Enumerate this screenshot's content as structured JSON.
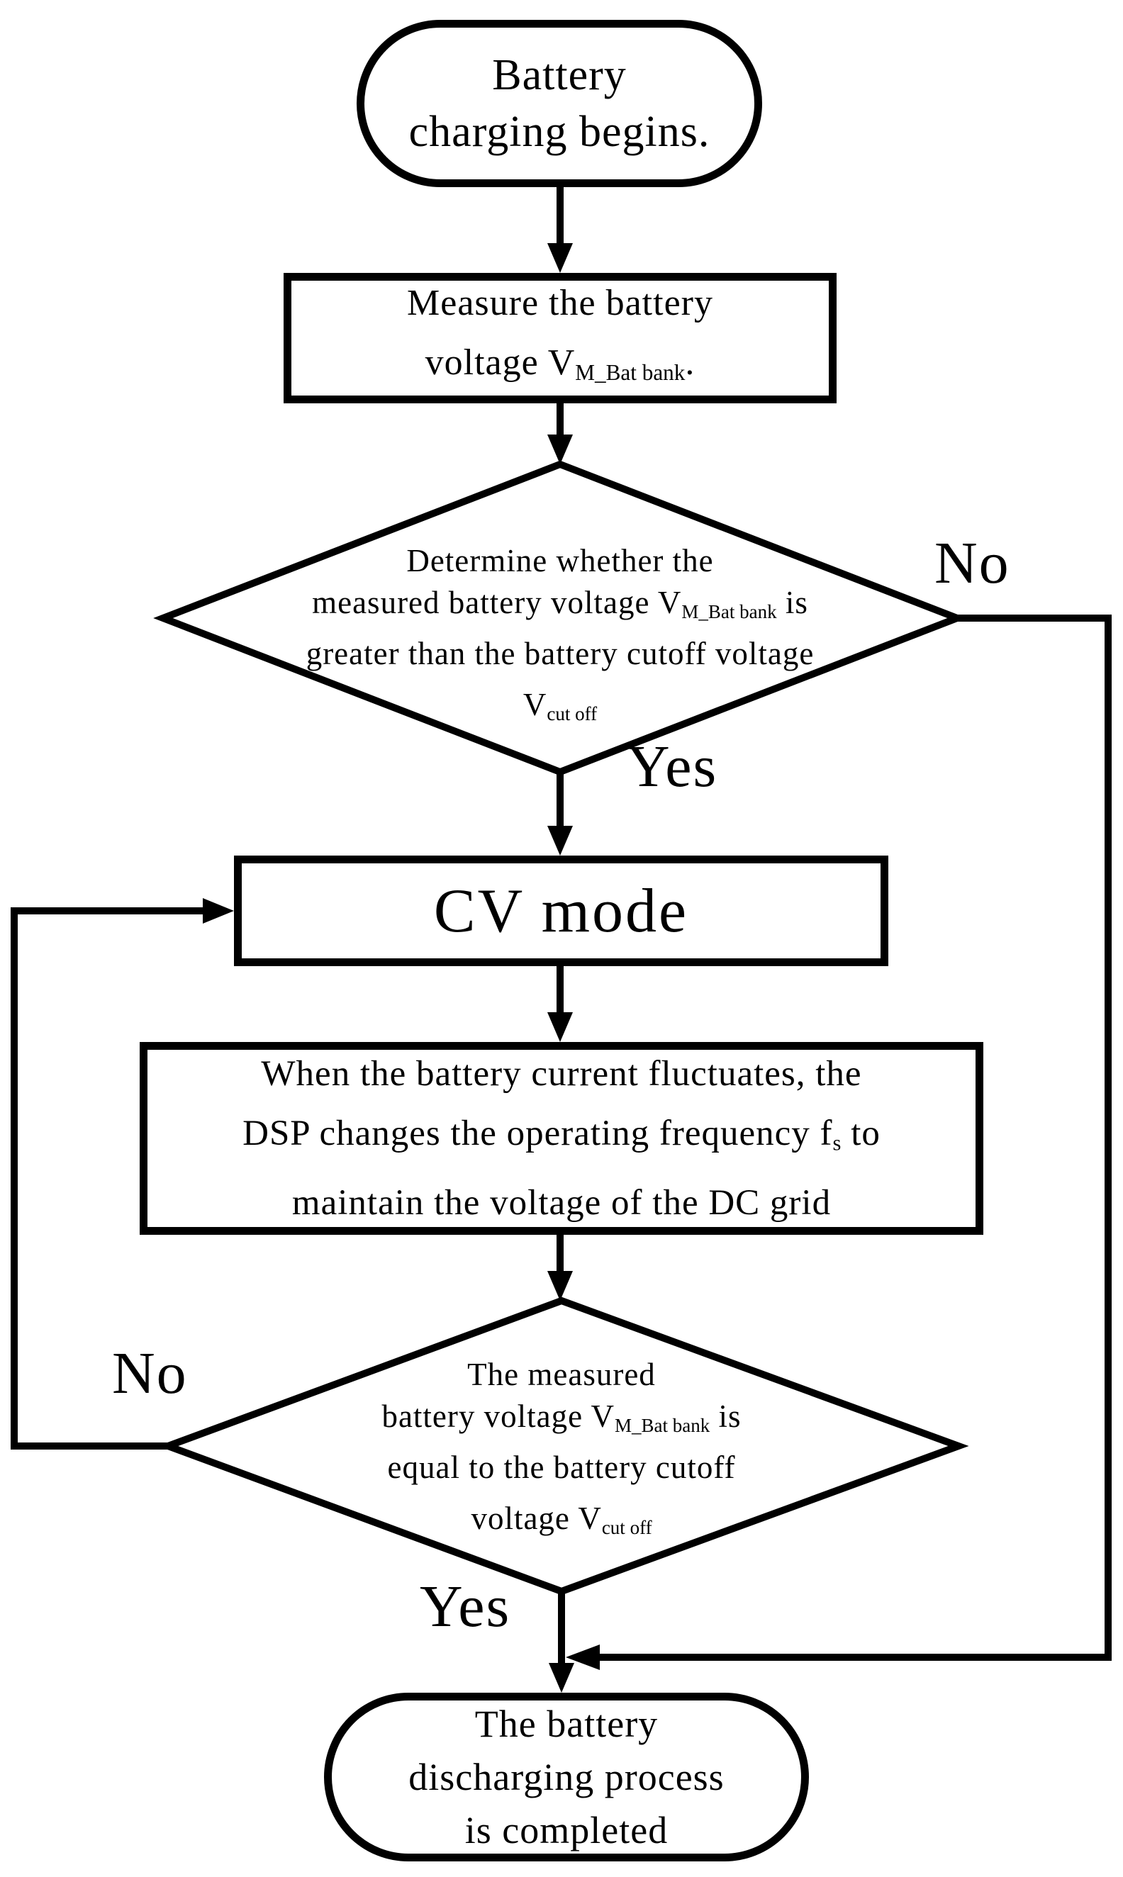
{
  "figure": {
    "colors": {
      "line": "#000000",
      "background": "#ffffff"
    },
    "start": {
      "line1": "Battery",
      "line2": "charging begins."
    },
    "measure": {
      "line1": "Measure the battery",
      "line2_pre": "voltage V",
      "line2_sub": "M_Bat bank",
      "line2_post": "."
    },
    "decision1": {
      "line1": "Determine whether the",
      "line2_pre": "measured battery voltage V",
      "line2_sub": "M_Bat bank",
      "line2_post": " is",
      "line3": "greater than the battery cutoff voltage",
      "line4_pre": "V",
      "line4_sub": "cut off",
      "yes_label": "Yes",
      "no_label": "No"
    },
    "cv_mode": {
      "label": "CV mode"
    },
    "dsp": {
      "line1": "When the battery current fluctuates, the",
      "line2_pre": "DSP changes the operating frequency f",
      "line2_sub": "s",
      "line2_post": " to",
      "line3": "maintain the voltage of the DC grid"
    },
    "decision2": {
      "line1": "The measured",
      "line2_pre": "battery voltage V",
      "line2_sub": "M_Bat bank",
      "line2_post": " is",
      "line3": "equal to the battery cutoff",
      "line4_pre": "voltage V",
      "line4_sub": "cut off",
      "yes_label": "Yes",
      "no_label": "No"
    },
    "end": {
      "line1": "The battery",
      "line2": "discharging process",
      "line3": "is completed"
    }
  }
}
